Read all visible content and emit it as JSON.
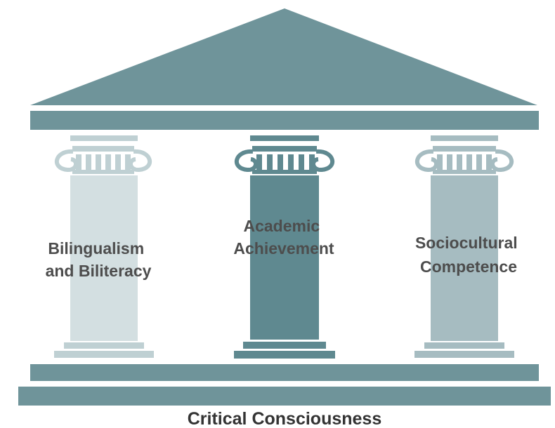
{
  "colors": {
    "roof": "#6f949a",
    "beam": "#6f949a",
    "base": "#6f949a",
    "pillar_left": "#d3dfe1",
    "pillar_left_capital": "#bfd0d3",
    "pillar_center": "#5f8990",
    "pillar_center_capital": "#5f8990",
    "pillar_right": "#a6bcc1",
    "pillar_right_capital": "#a6bcc1",
    "label_text": "#4d4d4d",
    "base_text": "#333333"
  },
  "pillars": [
    {
      "id": "bilingualism",
      "lines": [
        "Bilingualism",
        "and Biliteracy"
      ]
    },
    {
      "id": "academic",
      "lines": [
        "Academic",
        "Achievement"
      ]
    },
    {
      "id": "sociocultural",
      "lines": [
        "Sociocultural",
        "Competence"
      ]
    }
  ],
  "foundation": {
    "label": "Critical Consciousness"
  }
}
